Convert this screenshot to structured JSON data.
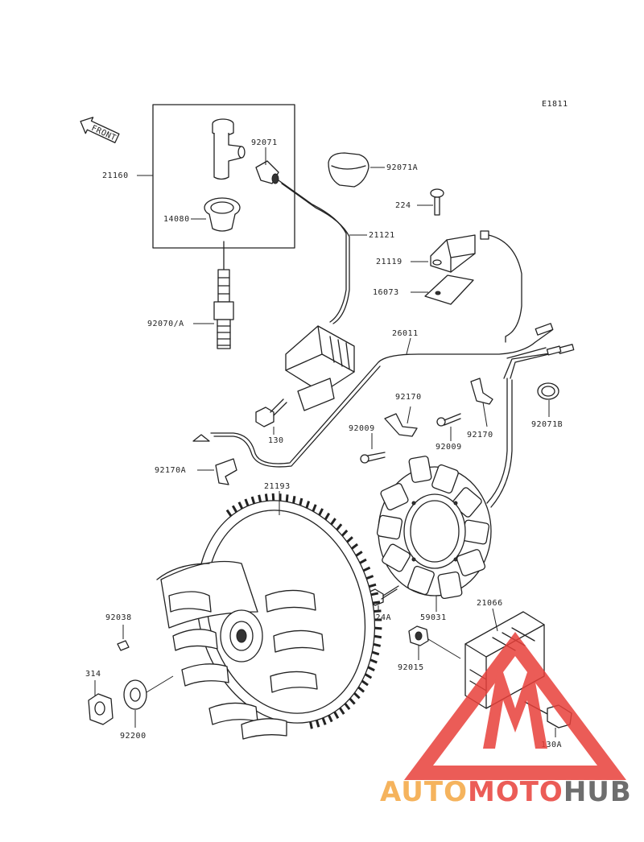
{
  "diagram_code": "E1811",
  "front_label": "FRONT",
  "labels": {
    "p21160": "21160",
    "p92071": "92071",
    "p92071A": "92071A",
    "p224": "224",
    "p14080": "14080",
    "p21121": "21121",
    "p21119": "21119",
    "p16073": "16073",
    "p92070A": "92070/A",
    "p26011": "26011",
    "p92170a": "92170",
    "p92170b": "92170",
    "p92009a": "92009",
    "p92009b": "92009",
    "p92071B": "92071B",
    "p130": "130",
    "p92170A": "92170A",
    "p21193": "21193",
    "p92038": "92038",
    "p224A": "224A",
    "p59031": "59031",
    "p21066": "21066",
    "p92015": "92015",
    "p314": "314",
    "p92200": "92200",
    "p130A": "130A"
  },
  "watermark": {
    "part1": "AUTO",
    "part2": "MOTO",
    "part3": "HUB",
    "color_orange": "#f4a641",
    "color_red": "#e8403a",
    "color_gray": "#555555"
  }
}
